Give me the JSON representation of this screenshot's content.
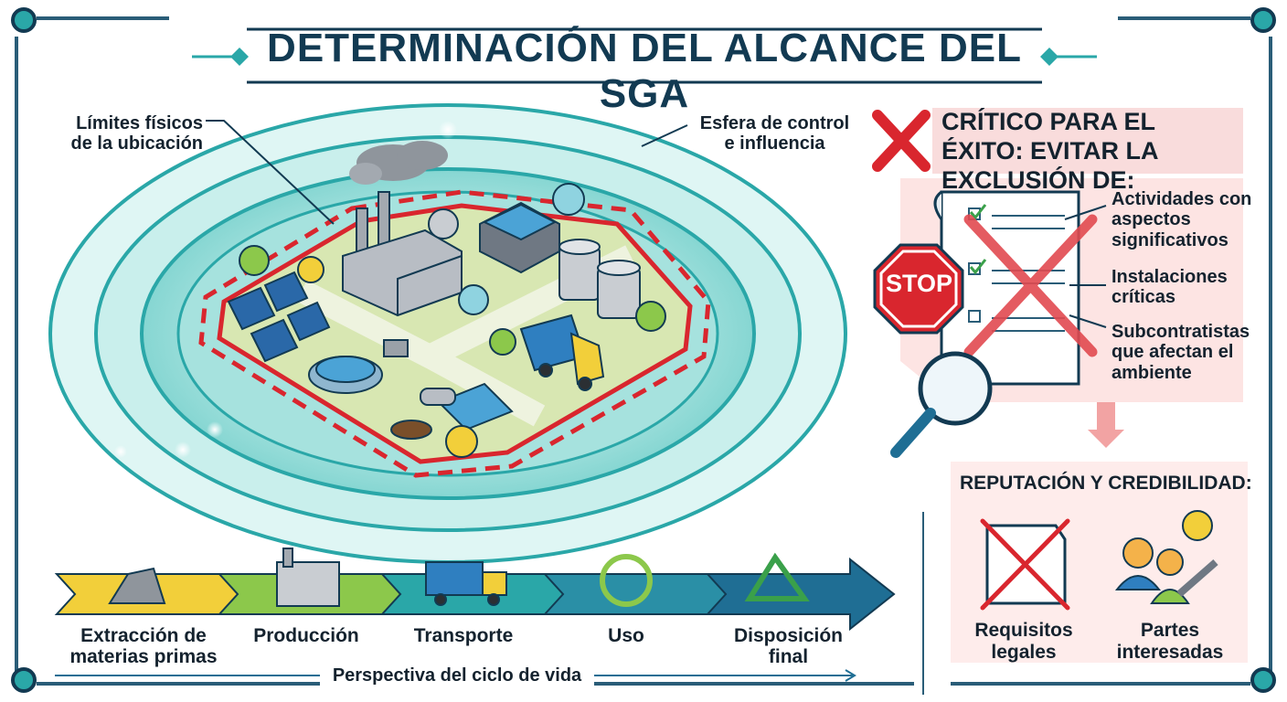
{
  "title": "DETERMINACIÓN DEL ALCANCE DEL SGA",
  "site": {
    "physical_limits_label": "Límites físicos de la ubicación",
    "sphere_label": "Esfera de control e influencia"
  },
  "critical": {
    "heading": "CRÍTICO PARA EL ÉXITO: EVITAR LA EXCLUSIÓN DE:",
    "stop_sign": "STOP",
    "items": [
      "Actividades con aspectos significativos",
      "Instalaciones críticas",
      "Subcontratistas que afectan el ambiente"
    ]
  },
  "reputation": {
    "heading": "REPUTACIÓN Y CREDIBILIDAD:",
    "items": [
      "Requisitos legales",
      "Partes interesadas"
    ]
  },
  "lifecycle": {
    "stages": [
      "Extracción de materias primas",
      "Producción",
      "Transporte",
      "Uso",
      "Disposición final"
    ],
    "caption": "Perspectiva del ciclo de vida"
  },
  "colors": {
    "navy": "#123a52",
    "teal": "#2aa7a8",
    "red": "#d9262e",
    "yellow": "#f2cf3a",
    "green": "#8cc84b",
    "blue": "#1f6e94"
  }
}
